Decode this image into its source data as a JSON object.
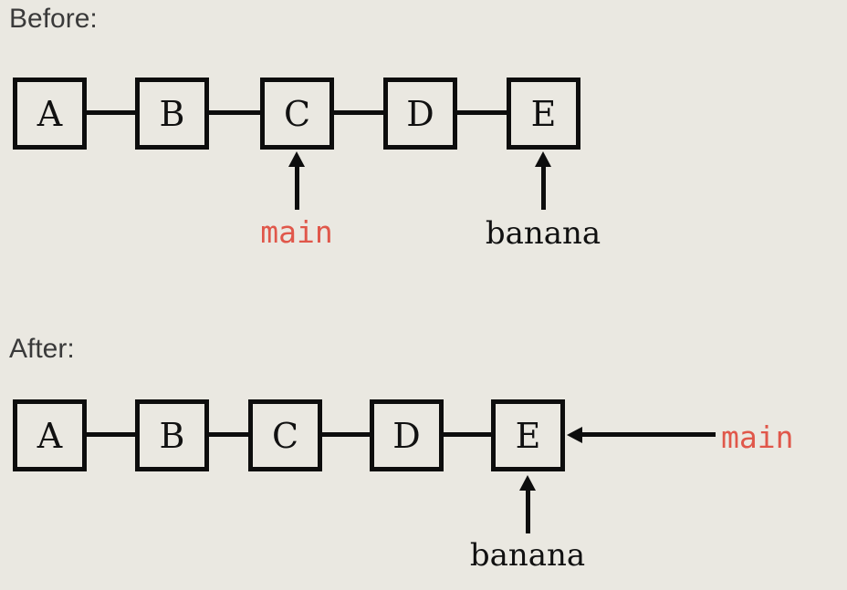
{
  "colors": {
    "background": "#eae8e1",
    "node_border": "#0d0d0d",
    "main_label": "#e0574a",
    "banana_label": "#111111"
  },
  "before": {
    "title": "Before:",
    "nodes": [
      "A",
      "B",
      "C",
      "D",
      "E"
    ],
    "pointers": [
      {
        "label": "main",
        "target": "C",
        "direction": "up",
        "color": "#e0574a"
      },
      {
        "label": "banana",
        "target": "E",
        "direction": "up",
        "color": "#111111"
      }
    ]
  },
  "after": {
    "title": "After:",
    "nodes": [
      "A",
      "B",
      "C",
      "D",
      "E"
    ],
    "pointers": [
      {
        "label": "main",
        "target": "E",
        "direction": "left",
        "color": "#e0574a"
      },
      {
        "label": "banana",
        "target": "E",
        "direction": "up",
        "color": "#111111"
      }
    ]
  }
}
